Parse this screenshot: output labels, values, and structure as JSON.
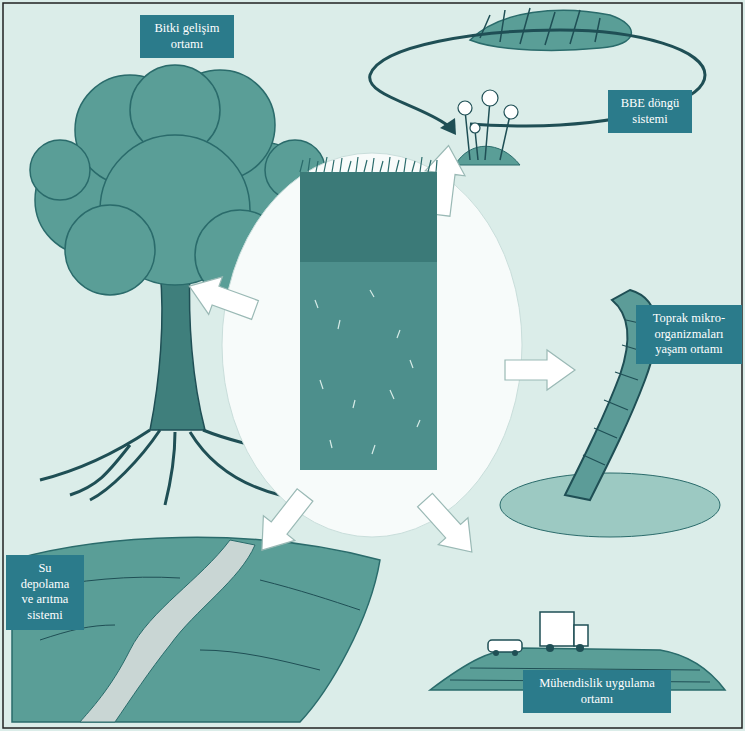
{
  "diagram": {
    "nodes": [
      {
        "text": [
          "Bitki gelişim ortamı"
        ]
      },
      {
        "text": [
          "BBE döngü sistemi"
        ]
      },
      {
        "text": [
          "Toprak mikro-organizmaları yaşam ortamı"
        ]
      },
      {
        "text": [
          "Su depolama ve arıtma sistemi"
        ]
      },
      {
        "text": [
          "Mühendislik uygulama ortamı"
        ]
      }
    ]
  }
}
